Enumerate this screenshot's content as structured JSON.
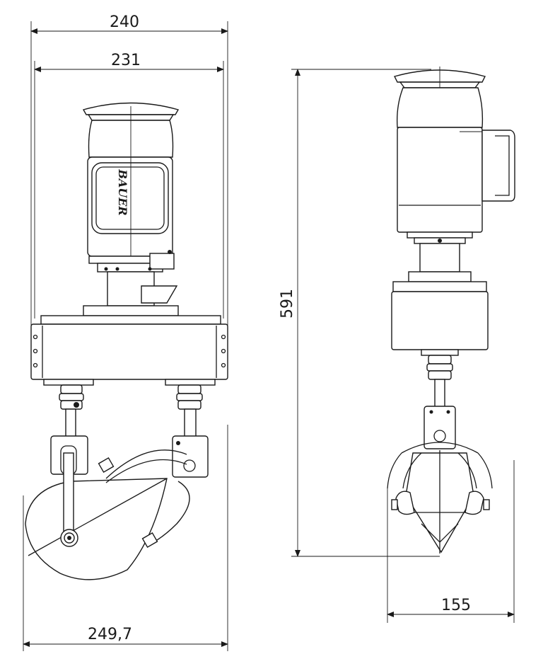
{
  "dimensions": {
    "overall_width": "240",
    "body_width": "231",
    "height": "591",
    "side_width": "155",
    "bottom_width": "249,7"
  },
  "label": {
    "brand": "BAUER"
  },
  "colors": {
    "line": "#1a1a1a",
    "background": "#ffffff"
  }
}
